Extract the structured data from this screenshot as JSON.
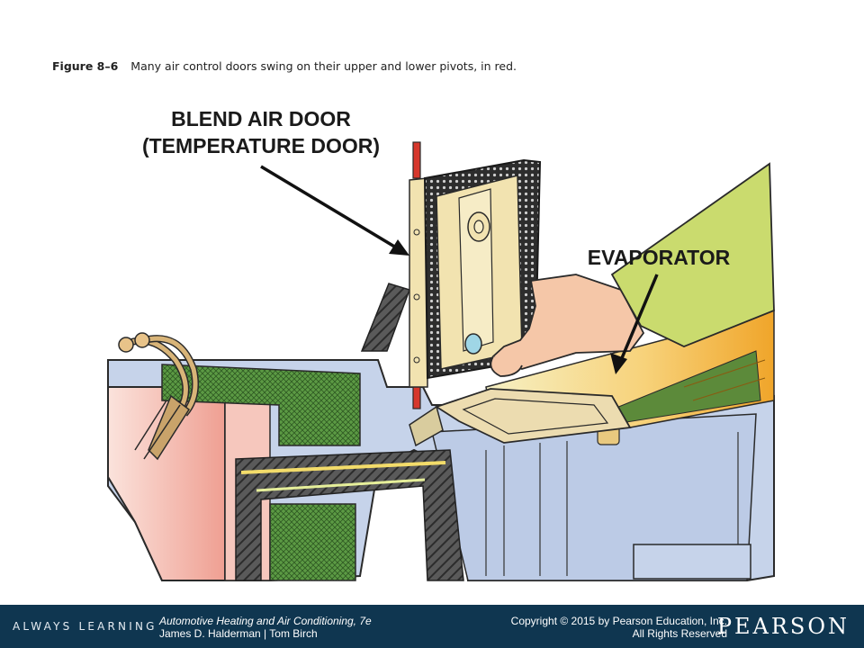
{
  "caption": {
    "figure_number": "Figure 8–6",
    "text": "Many air control doors swing on their upper and lower pivots, in red."
  },
  "labels": {
    "blend_line1": "BLEND AIR DOOR",
    "blend_line2": "(TEMPERATURE DOOR)",
    "evaporator": "EVAPORATOR"
  },
  "footer": {
    "always_learning": "ALWAYS LEARNING",
    "book_title": "Automotive Heating and Air Conditioning, 7e",
    "book_authors": "James D. Halderman | Tom Birch",
    "copyright": "Copyright © 2015 by Pearson Education, Inc.",
    "rights": "All Rights Reserved",
    "brand": "PEARSON"
  },
  "colors": {
    "footer_bg": "#0f3650",
    "pivot_red": "#d6372c",
    "door_tan": "#f2e3b0",
    "hand_green": "#cadb6e",
    "evaporator_orange": "#f3b33d",
    "housing_blue": "#c6d3ea",
    "core_green": "#5c9a44",
    "duct_pink": "#f1b6ab"
  }
}
